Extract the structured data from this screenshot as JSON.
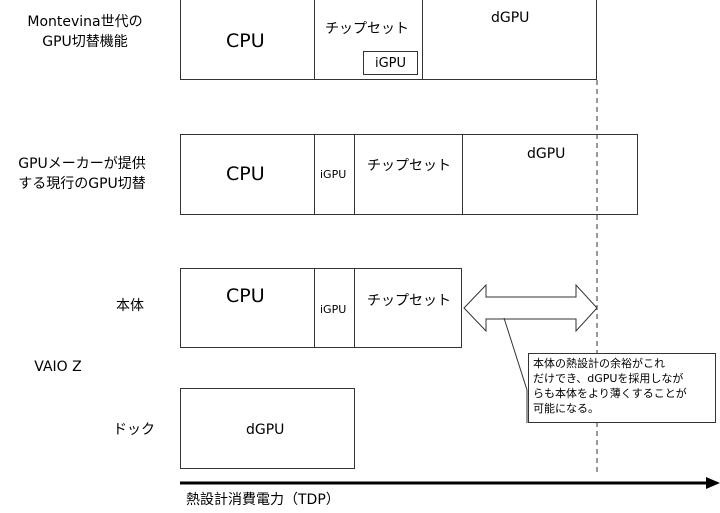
{
  "rows": {
    "montevina": {
      "label_line1": "Montevina世代の",
      "label_line2": "GPU切替機能",
      "cpu": "CPU",
      "chipset": "チップセット",
      "igpu": "iGPU",
      "dgpu": "dGPU"
    },
    "vendor": {
      "label_line1": "GPUメーカーが提供",
      "label_line2": "する現行のGPU切替",
      "cpu": "CPU",
      "igpu": "iGPU",
      "chipset": "チップセット",
      "dgpu": "dGPU"
    },
    "vaio_body": {
      "label": "本体",
      "cpu": "CPU",
      "igpu": "iGPU",
      "chipset": "チップセット"
    },
    "vaio_group_label": "VAIO Z",
    "vaio_dock": {
      "label": "ドック",
      "dgpu": "dGPU"
    }
  },
  "callout": {
    "line1": "本体の熱設計の余裕がこれ",
    "line2": "だけでき、dGPUを採用しなが",
    "line3": "らも本体をより薄くすることが",
    "line4": "可能になる。"
  },
  "axis": {
    "label": "熱設計消費電力（TDP）"
  },
  "colors": {
    "line": "#333333",
    "axis": "#000000"
  }
}
